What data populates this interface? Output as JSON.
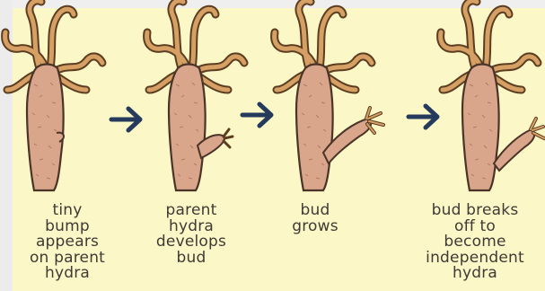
{
  "colors": {
    "background": "#fbf7c6",
    "body": "#d8a48a",
    "body_outline": "#4a3428",
    "tentacle": "#c9955a",
    "arrow": "#253a5c"
  },
  "stages": [
    {
      "caption": [
        "tiny",
        "bump",
        "appears",
        "on parent",
        "hydra"
      ]
    },
    {
      "caption": [
        "parent",
        "hydra",
        "develops",
        "bud"
      ]
    },
    {
      "caption": [
        "bud",
        "grows"
      ]
    },
    {
      "caption": [
        "bud breaks",
        "off to",
        "become",
        "independent",
        "hydra"
      ]
    }
  ]
}
